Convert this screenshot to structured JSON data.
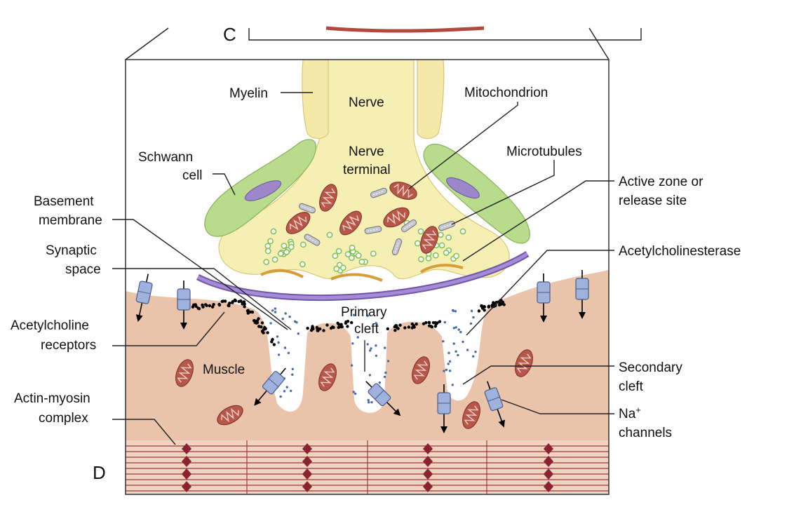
{
  "panel_letters": {
    "top": "C",
    "bottom": "D"
  },
  "labels": {
    "myelin": "Myelin",
    "nerve": "Nerve",
    "nerve_terminal_1": "Nerve",
    "nerve_terminal_2": "terminal",
    "mitochondrion": "Mitochondrion",
    "microtubules": "Microtubules",
    "schwann_1": "Schwann",
    "schwann_2": "cell",
    "active_zone_1": "Active zone or",
    "active_zone_2": "release site",
    "basement_1": "Basement",
    "basement_2": "membrane",
    "synaptic_1": "Synaptic",
    "synaptic_2": "space",
    "acetylcholinesterase": "Acetylcholinesterase",
    "primary_cleft_1": "Primary",
    "primary_cleft_2": "cleft",
    "ach_receptors_1": "Acetylcholine",
    "ach_receptors_2": "receptors",
    "muscle": "Muscle",
    "secondary_cleft_1": "Secondary",
    "secondary_cleft_2": "cleft",
    "actin_myosin_1": "Actin-myosin",
    "actin_myosin_2": "complex",
    "na_channels_1": "Na",
    "na_channels_sup": "+",
    "na_channels_2": "channels"
  },
  "colors": {
    "nerve_fill": "#f6efb4",
    "myelin_fill": "#f4e9a8",
    "schwann_fill": "#b8dc8c",
    "schwann_nucleus": "#9d86c9",
    "muscle_fill": "#e9c4aa",
    "basement_membrane": "#8e6fc4",
    "mitochondrion": "#b7574a",
    "microtubule": "#c7c7d2",
    "vesicle": "#7cbf54",
    "receptor": "#000000",
    "na_channel": "#9fb2de",
    "active_zone": "#d69d3c",
    "sarcomere_line": "#9b3b3b",
    "z_disc": "#8a2232"
  }
}
